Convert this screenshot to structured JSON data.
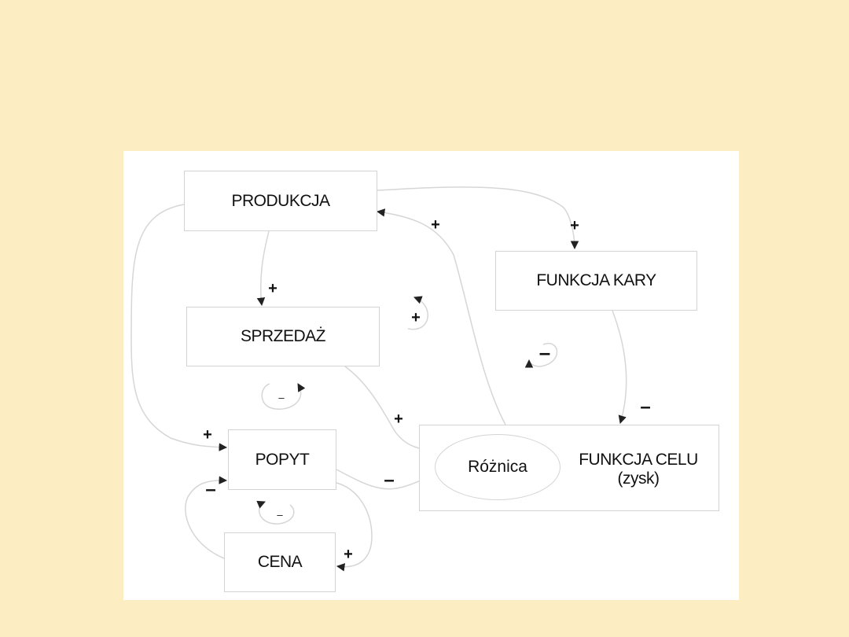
{
  "nodes": {
    "produkcja": "PRODUKCJA",
    "sprzedaz": "SPRZEDAŻ",
    "funkcja_kary": "FUNKCJA KARY",
    "popyt": "POPYT",
    "cena": "CENA",
    "roznica": "Różnica",
    "funkcja_celu_line1": "FUNKCJA CELU",
    "funkcja_celu_line2": "(zysk)"
  },
  "links": [
    {
      "from": "PRODUKCJA",
      "to": "FUNKCJA KARY",
      "sign": "+"
    },
    {
      "from": "Różnica",
      "to": "PRODUKCJA",
      "sign": "+"
    },
    {
      "from": "PRODUKCJA",
      "to": "SPRZEDAŻ",
      "sign": "+"
    },
    {
      "from": "PRODUKCJA",
      "to": "POPYT",
      "sign": "+"
    },
    {
      "from": "SPRZEDAŻ",
      "to": "Różnica",
      "sign": "+"
    },
    {
      "from": "FUNKCJA KARY",
      "to": "FUNKCJA CELU",
      "sign": "–"
    },
    {
      "from": "POPYT",
      "to": "Różnica",
      "sign": "–"
    },
    {
      "from": "POPYT",
      "to": "CENA",
      "sign": "+"
    },
    {
      "from": "CENA",
      "to": "POPYT",
      "sign": "–"
    }
  ],
  "loops": [
    {
      "sign": "+"
    },
    {
      "sign": "–"
    },
    {
      "sign": "–"
    },
    {
      "sign": "–"
    }
  ]
}
